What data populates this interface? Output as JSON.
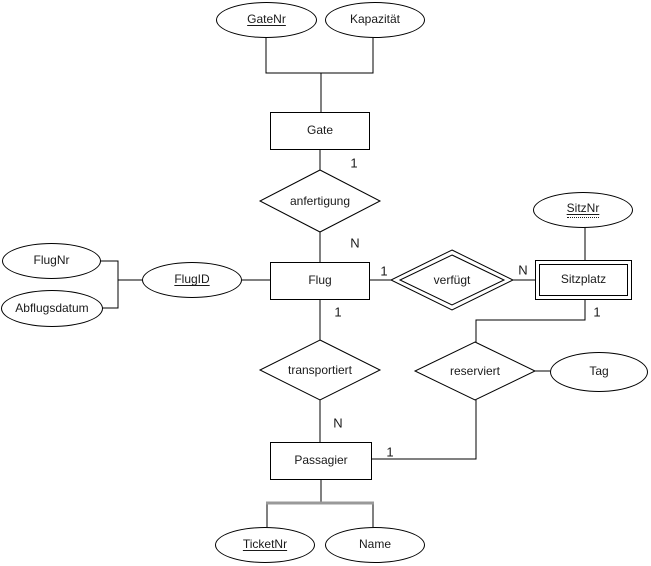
{
  "diagram_type": "entity-relationship",
  "colors": {
    "line": "#000000",
    "text": "#1a1a1a",
    "shape_fill": "#ffffff",
    "connector_bar": "#999999"
  },
  "entities": {
    "gate": {
      "label": "Gate",
      "kind": "strong"
    },
    "flug": {
      "label": "Flug",
      "kind": "strong"
    },
    "sitzplatz": {
      "label": "Sitzplatz",
      "kind": "weak"
    },
    "passagier": {
      "label": "Passagier",
      "kind": "strong"
    }
  },
  "relationships": {
    "anfertigung": {
      "label": "anfertigung",
      "kind": "regular"
    },
    "verfuegt": {
      "label": "verfügt",
      "kind": "identifying"
    },
    "transportiert": {
      "label": "transportiert",
      "kind": "regular"
    },
    "reserviert": {
      "label": "reserviert",
      "kind": "regular"
    }
  },
  "attributes": {
    "gatenr": {
      "label": "GateNr",
      "key": "primary",
      "owner": "Gate"
    },
    "kapazitaet": {
      "label": "Kapazität",
      "key": "none",
      "owner": "Gate"
    },
    "flugnr": {
      "label": "FlugNr",
      "key": "none",
      "owner": "Flug"
    },
    "abflugsdatum": {
      "label": "Abflugsdatum",
      "key": "none",
      "owner": "Flug"
    },
    "flugid": {
      "label": "FlugID",
      "key": "primary",
      "owner": "Flug"
    },
    "sitznr": {
      "label": "SitzNr",
      "key": "partial",
      "owner": "Sitzplatz"
    },
    "tag": {
      "label": "Tag",
      "key": "none",
      "owner": "reserviert"
    },
    "ticketnr": {
      "label": "TicketNr",
      "key": "primary",
      "owner": "Passagier"
    },
    "name": {
      "label": "Name",
      "key": "none",
      "owner": "Passagier"
    }
  },
  "cardinalities": {
    "gate_anfertigung": "1",
    "anfertigung_flug": "N",
    "flug_verfuegt": "1",
    "verfuegt_sitzplatz": "N",
    "flug_transportiert": "1",
    "transportiert_passagier": "N",
    "sitzplatz_reserviert": "1",
    "passagier_reserviert": "1"
  }
}
